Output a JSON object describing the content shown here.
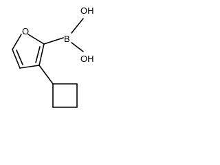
{
  "structure": {
    "atoms": {
      "ring_oxygen": "O",
      "boron": "B",
      "hydroxyl_top": "OH",
      "hydroxyl_bottom": "OH"
    }
  }
}
